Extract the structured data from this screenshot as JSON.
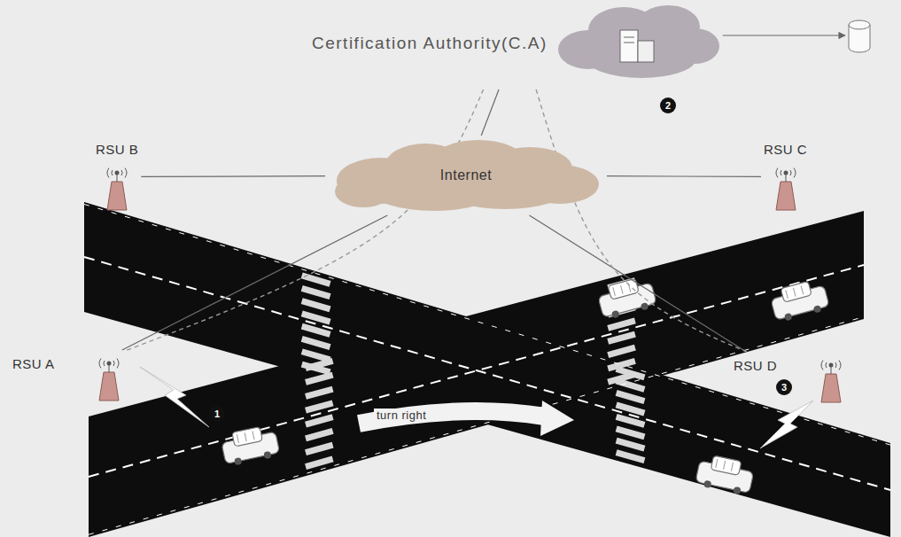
{
  "diagram": {
    "nodes": [
      {
        "text": [
          "Certification Authority(C.A)"
        ]
      },
      {
        "text": [
          "RSU B"
        ]
      },
      {
        "text": [
          "Internet"
        ]
      },
      {
        "text": [
          "RSU C"
        ]
      },
      {
        "text": [
          "RSU A"
        ]
      },
      {
        "text": [
          "RSU D"
        ]
      }
    ],
    "edges": [
      {
        "from": 2,
        "to": 0,
        "arrow": "none"
      },
      {
        "from": 2,
        "to": 1,
        "arrow": "none"
      },
      {
        "from": 2,
        "to": 3,
        "arrow": "none"
      },
      {
        "from": 2,
        "to": 4,
        "arrow": "none"
      },
      {
        "from": 2,
        "to": 5,
        "arrow": "none"
      },
      {
        "from": 0,
        "to": 4,
        "arrow": "none"
      },
      {
        "from": 0,
        "to": 5,
        "arrow": "none"
      }
    ],
    "labels": [
      "2",
      "1",
      "turn right",
      "3"
    ]
  }
}
